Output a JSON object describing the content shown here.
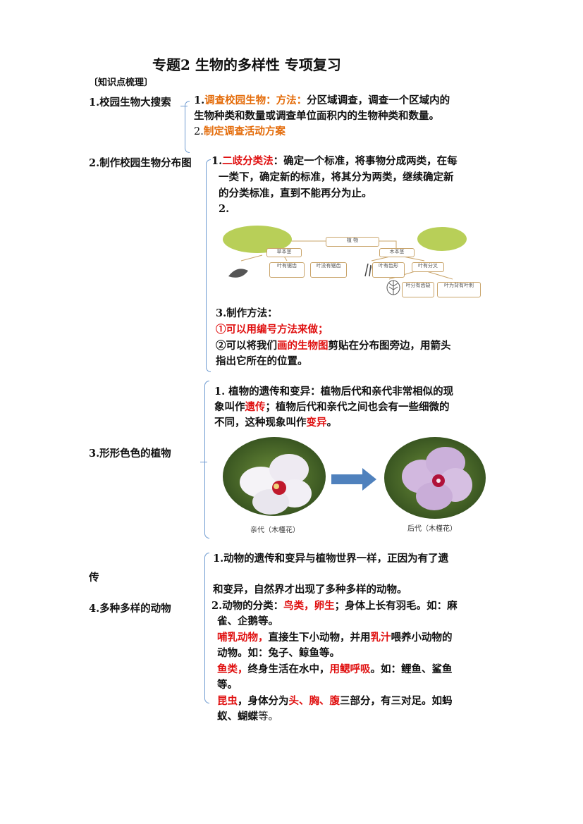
{
  "title": "专题2 生物的多样性 专项复习",
  "subtitle": "〔知识点梳理〕",
  "sec1": {
    "heading": "1.校园生物大搜索",
    "l1_num": "1.",
    "l1_key": "调查校园生物：方法：",
    "l1_rest": "分区域调查，调查一个区域内的",
    "l2": "生物种类和数量或调查单位面积内的生物种类和数量。",
    "l3_num": "2.",
    "l3_key": "制定调查活动方案"
  },
  "sec2": {
    "heading": "2.制作校园生物分布图",
    "l1_num": "1.",
    "l1_key": "二歧分类法",
    "l1_rest": "：确定一个标准，将事物分成两类，在每",
    "l2": "一类下，确定新的标准，将其分为两类，继续确定新",
    "l3": "的分类标准，直到不能再分为止。",
    "l4": "2.",
    "diagram": {
      "root": "植  物",
      "left": "草本茎",
      "right": "木本茎",
      "ll": "叶有锯齿",
      "lr": "叶没有锯齿",
      "rl": "叶有齿形",
      "rr": "叶有分叉",
      "rr2": "叶分有齿缺",
      "rr3": "叶为背有叶刺"
    },
    "l5": "3.制作方法：",
    "l6": "①可以用编号方法来做；",
    "l7_a": "②可以将我们",
    "l7_key": "画的生物图",
    "l7_rest": "剪贴在分布图旁边，用箭头",
    "l8": "指出它所在的位置。"
  },
  "sec3": {
    "heading": "3.形形色色的植物",
    "l1": "1. 植物的遗传和变异：植物后代和亲代非常相似的现",
    "l2_a": "象叫作",
    "l2_key": "遗传",
    "l2_rest": "；植物后代和亲代之间也会有一些细微的",
    "l3_a": "不同，这种现象叫作",
    "l3_key": "变异",
    "l3_rest": "。",
    "caption_left": "亲代（木槿花）",
    "caption_right": "后代（木槿花）",
    "flower_left_color": "#f3eef3",
    "flower_right_color": "#c8a8d8",
    "arrow_color": "#4f81bd"
  },
  "sec4": {
    "heading": "4.多种多样的动物",
    "stray": "传",
    "l1": "1.动物的遗传和变异与植物世界一样，正因为有了遗",
    "l2": "和变异，自然界才出现了多种多样的动物。",
    "l3_a": "2.动物的分类：",
    "l3_key": "鸟类，卵生",
    "l3_rest": "；身体上长有羽毛。如：麻",
    "l4": "雀、企鹅等。",
    "l5_key": "哺乳动物，",
    "l5_a": "直接生下小动物，并用",
    "l5_key2": "乳汁",
    "l5_rest": "喂养小动物的",
    "l6": "动物。如：兔子、鲸鱼等。",
    "l7_key": "鱼类，",
    "l7_a": "终身生活在水中，",
    "l7_key2": "用鳃呼吸",
    "l7_rest": "。如：鲤鱼、鲨鱼",
    "l8": "等。",
    "l9_key": "昆虫",
    "l9_a": "，身体分为",
    "l9_k1": "头、胸、腹",
    "l9_rest": "三部分，有三对足。如蚂",
    "l10_a": "蚁、蝴蝶",
    "l10_b": "等。"
  }
}
